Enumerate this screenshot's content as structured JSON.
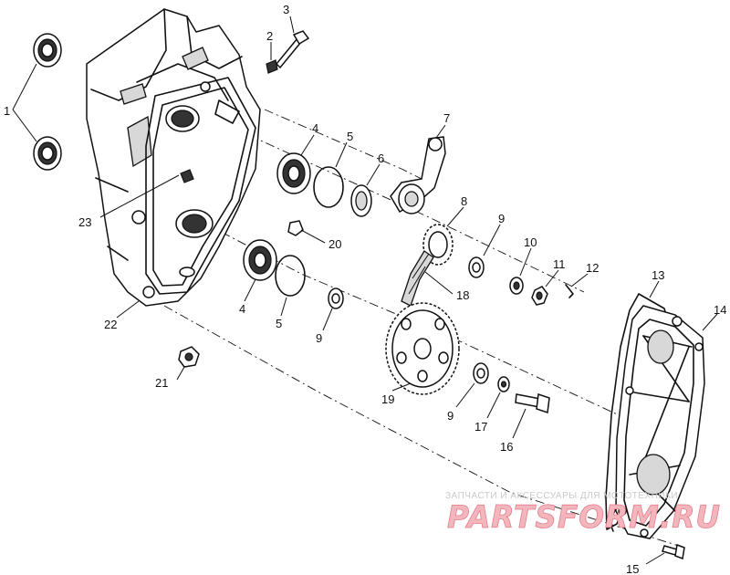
{
  "diagram": {
    "callouts": [
      {
        "id": "c1",
        "text": "1"
      },
      {
        "id": "c2",
        "text": "2"
      },
      {
        "id": "c3",
        "text": "3"
      },
      {
        "id": "c4a",
        "text": "4"
      },
      {
        "id": "c4b",
        "text": "4"
      },
      {
        "id": "c5a",
        "text": "5"
      },
      {
        "id": "c5b",
        "text": "5"
      },
      {
        "id": "c6",
        "text": "6"
      },
      {
        "id": "c7",
        "text": "7"
      },
      {
        "id": "c8",
        "text": "8"
      },
      {
        "id": "c9a",
        "text": "9"
      },
      {
        "id": "c9b",
        "text": "9"
      },
      {
        "id": "c9c",
        "text": "9"
      },
      {
        "id": "c10",
        "text": "10"
      },
      {
        "id": "c11",
        "text": "11"
      },
      {
        "id": "c12",
        "text": "12"
      },
      {
        "id": "c13",
        "text": "13"
      },
      {
        "id": "c14",
        "text": "14"
      },
      {
        "id": "c15",
        "text": "15"
      },
      {
        "id": "c16",
        "text": "16"
      },
      {
        "id": "c17",
        "text": "17"
      },
      {
        "id": "c18",
        "text": "18"
      },
      {
        "id": "c19",
        "text": "19"
      },
      {
        "id": "c20",
        "text": "20"
      },
      {
        "id": "c21",
        "text": "21"
      },
      {
        "id": "c22",
        "text": "22"
      },
      {
        "id": "c23",
        "text": "23"
      }
    ]
  },
  "watermark": {
    "caption": "ЗАПЧАСТИ И АКСЕССУАРЫ ДЛЯ МОТОТЕХНИКИ",
    "logo_text": "PARTSFORM.RU",
    "logo_fill": "#f3b6bd",
    "logo_stroke": "#e47c8a"
  }
}
